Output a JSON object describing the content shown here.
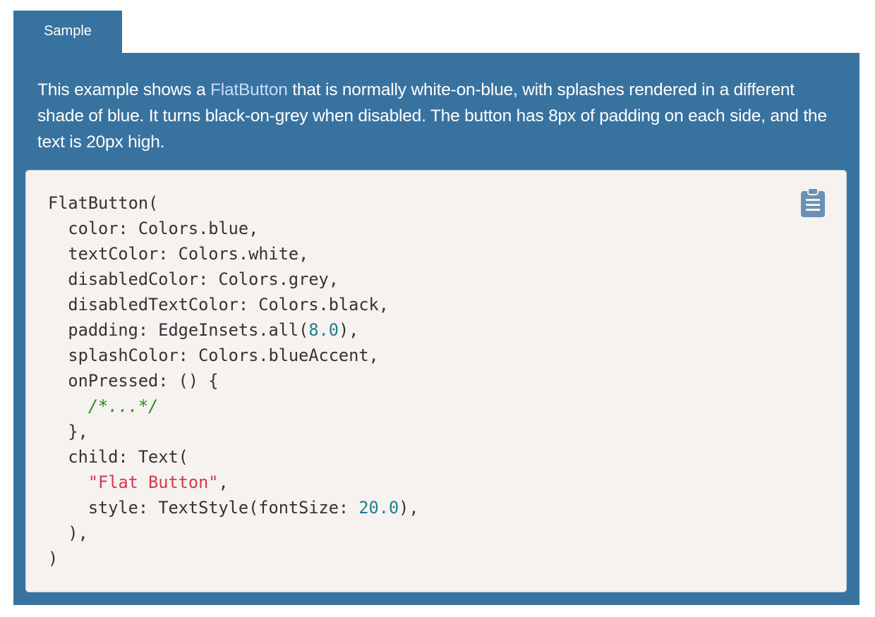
{
  "tab": {
    "label": "Sample"
  },
  "description": {
    "before_link": "This example shows a ",
    "link_text": "FlatButton",
    "after_link": " that is normally white-on-blue, with splashes rendered in a different shade of blue. It turns black-on-grey when disabled. The button has 8px of padding on each side, and the text is 20px high."
  },
  "code": {
    "lines": [
      [
        {
          "t": "FlatButton(",
          "k": "p"
        }
      ],
      [
        {
          "t": "  color: Colors.blue,",
          "k": "p"
        }
      ],
      [
        {
          "t": "  textColor: Colors.white,",
          "k": "p"
        }
      ],
      [
        {
          "t": "  disabledColor: Colors.grey,",
          "k": "p"
        }
      ],
      [
        {
          "t": "  disabledTextColor: Colors.black,",
          "k": "p"
        }
      ],
      [
        {
          "t": "  padding: EdgeInsets.all(",
          "k": "p"
        },
        {
          "t": "8.0",
          "k": "num"
        },
        {
          "t": "),",
          "k": "p"
        }
      ],
      [
        {
          "t": "  splashColor: Colors.blueAccent,",
          "k": "p"
        }
      ],
      [
        {
          "t": "  onPressed: () {",
          "k": "p"
        }
      ],
      [
        {
          "t": "    ",
          "k": "p"
        },
        {
          "t": "/*...*/",
          "k": "cmt"
        }
      ],
      [
        {
          "t": "  },",
          "k": "p"
        }
      ],
      [
        {
          "t": "  child: Text(",
          "k": "p"
        }
      ],
      [
        {
          "t": "    ",
          "k": "p"
        },
        {
          "t": "\"Flat Button\"",
          "k": "str"
        },
        {
          "t": ",",
          "k": "p"
        }
      ],
      [
        {
          "t": "    style: TextStyle(fontSize: ",
          "k": "p"
        },
        {
          "t": "20.0",
          "k": "num"
        },
        {
          "t": "),",
          "k": "p"
        }
      ],
      [
        {
          "t": "  ),",
          "k": "p"
        }
      ],
      [
        {
          "t": ")",
          "k": "p"
        }
      ]
    ]
  },
  "icons": {
    "copy": "clipboard-icon"
  },
  "colors": {
    "panel": "#3873a0",
    "link": "#c6dcff",
    "code_background": "#f5f2f0",
    "number": "#1f7f8c",
    "string": "#d7374b",
    "comment": "#2a8a1e",
    "copy_icon": "#6a91b5"
  }
}
